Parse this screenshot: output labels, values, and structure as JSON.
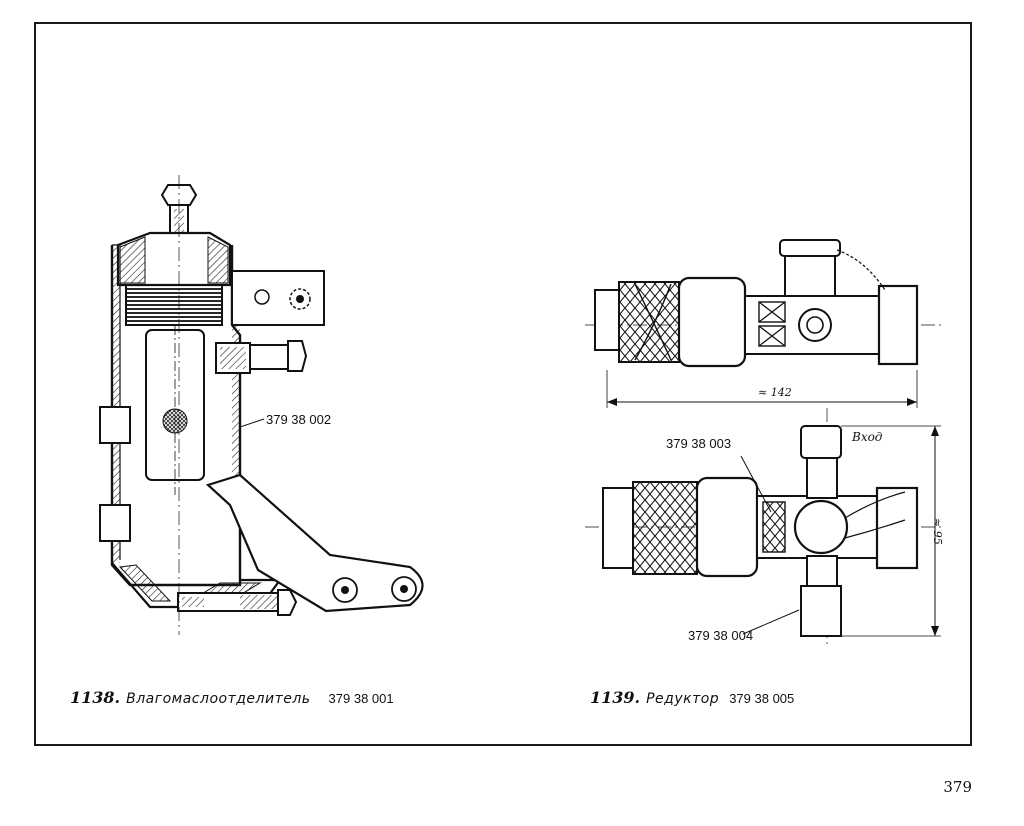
{
  "fig1138": {
    "number": "1138.",
    "title": "Влагомаслоотделитель",
    "code": "379 38 001",
    "callout": "379 38 002"
  },
  "fig1139": {
    "number": "1139.",
    "title": "Редуктор",
    "code": "379 38 005",
    "callouts": {
      "c003": "379 38 003",
      "c004": "379 38 004"
    },
    "dim_length": "≈ 142",
    "dim_height": "≈ 95",
    "inlet_label": "Вход"
  },
  "page_number": "379"
}
